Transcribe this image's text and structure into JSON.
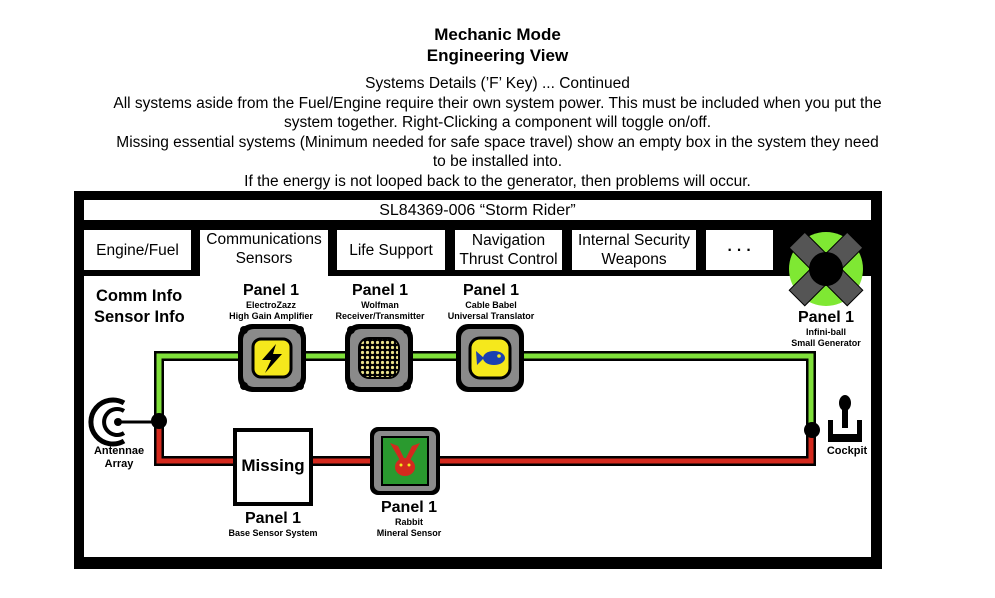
{
  "header": {
    "title_line1": "Mechanic Mode",
    "title_line2": "Engineering View",
    "description": [
      "Systems Details (’F’ Key) ... Continued",
      "All systems aside from the Fuel/Engine require their own system power. This must be included when you put the",
      "system together. Right-Clicking a component will toggle on/off.",
      "Missing essential systems (Minimum needed for safe space travel) show an empty box in the system they need",
      "to be installed into.",
      "If the energy is not looped back to the generator, then problems will occur."
    ]
  },
  "ship_name": "SL84369-006 “Storm Rider”",
  "tabs": [
    {
      "line1": "Engine/Fuel",
      "line2": ""
    },
    {
      "line1": "Communications",
      "line2": "Sensors"
    },
    {
      "line1": "Life Support",
      "line2": ""
    },
    {
      "line1": "Navigation",
      "line2": "Thrust Control"
    },
    {
      "line1": "Internal Security",
      "line2": "Weapons"
    },
    {
      "line1": "· · ·",
      "line2": ""
    }
  ],
  "side_info": {
    "line1": "Comm Info",
    "line2": "Sensor Info"
  },
  "generator": {
    "panel": "Panel 1",
    "name": "Infini-ball",
    "type": "Small Generator"
  },
  "components_top": [
    {
      "panel": "Panel 1",
      "name": "ElectroZazz",
      "type": "High Gain Amplifier",
      "icon": "lightning-icon"
    },
    {
      "panel": "Panel 1",
      "name": "Wolfman",
      "type": "Receiver/Transmitter",
      "icon": "mesh-grille-icon"
    },
    {
      "panel": "Panel 1",
      "name": "Cable Babel",
      "type": "Universal Translator",
      "icon": "fish-icon"
    }
  ],
  "components_bottom": [
    {
      "panel": "Panel 1",
      "missing_label": "Missing",
      "type": "Base Sensor System"
    },
    {
      "panel": "Panel 1",
      "name": "Rabbit",
      "type": "Mineral Sensor",
      "icon": "rabbit-icon"
    }
  ],
  "endpoints": {
    "antenna": {
      "line1": "Antennae",
      "line2": "Array"
    },
    "cockpit": "Cockpit"
  },
  "colors": {
    "power_line": "#7fe03a",
    "return_line": "#d42a1e",
    "generator": "#7fe833",
    "icon_yellow": "#f5e81c",
    "rabbit_bg": "#2a9a2f"
  }
}
